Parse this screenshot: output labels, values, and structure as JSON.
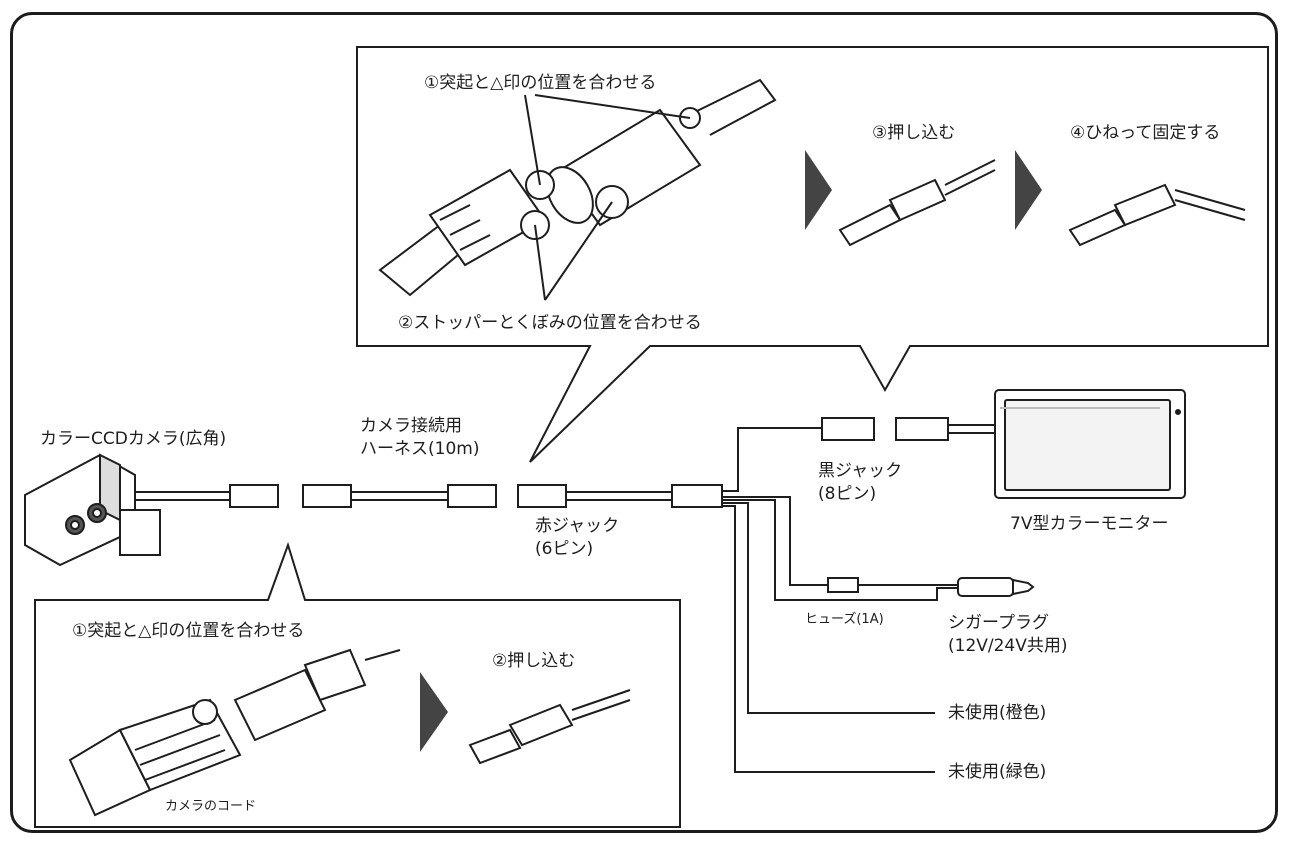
{
  "title_camera": "カラーCCDカメラ(広角)",
  "harness_label": "カメラ接続用\nハーネス(10m)",
  "red_jack": "赤ジャック\n(6ピン)",
  "black_jack": "黒ジャック\n(8ピン)",
  "monitor": "7V型カラーモニター",
  "fuse": "ヒューズ(1A)",
  "cigar_plug": "シガープラグ\n(12V/24V共用)",
  "unused_orange": "未使用(橙色)",
  "unused_green": "未使用(緑色)",
  "top_callout": {
    "step1": "①突起と△印の位置を合わせる",
    "step2": "②ストッパーとくぼみの位置を合わせる",
    "step3": "③押し込む",
    "step4": "④ひねって固定する"
  },
  "bottom_callout": {
    "step1": "①突起と△印の位置を合わせる",
    "step2": "②押し込む",
    "cord_label": "カメラのコード"
  }
}
